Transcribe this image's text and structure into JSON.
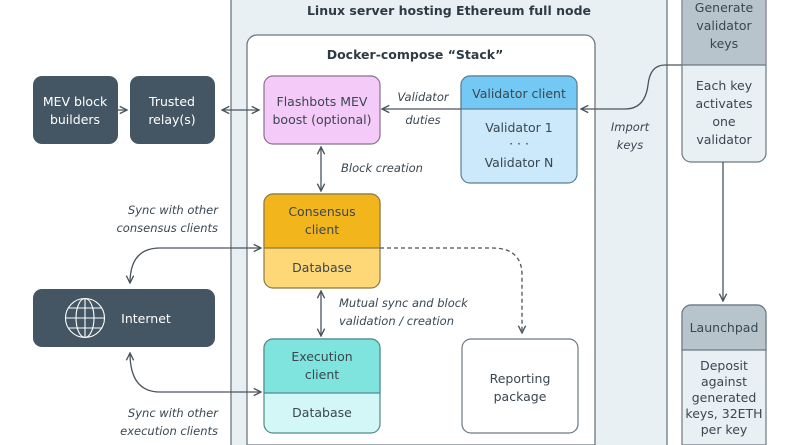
{
  "server": {
    "title": "Linux server hosting Ethereum full node"
  },
  "docker": {
    "title": "Docker-compose “Stack”"
  },
  "external": {
    "mev_builders": [
      "MEV block",
      "builders"
    ],
    "trusted_relays": [
      "Trusted",
      "relay(s)"
    ],
    "internet": "Internet"
  },
  "flashbots": [
    "Flashbots MEV",
    "boost (optional)"
  ],
  "validator_client": {
    "title": "Validator client",
    "items": [
      "Validator 1",
      "· · ·",
      "Validator N"
    ]
  },
  "consensus": {
    "title": [
      "Consensus",
      "client"
    ],
    "db": "Database"
  },
  "execution": {
    "title": [
      "Execution",
      "client"
    ],
    "db": "Database"
  },
  "reporting": [
    "Reporting",
    "package"
  ],
  "generate": {
    "title": [
      "Generate",
      "validator",
      "keys"
    ],
    "body": [
      "Each key",
      "activates",
      "one",
      "validator"
    ]
  },
  "launchpad": {
    "title": "Launchpad",
    "body": [
      "Deposit",
      "against",
      "generated",
      "keys, 32ETH",
      "per key"
    ]
  },
  "labels": {
    "validator_duties": [
      "Validator",
      "duties"
    ],
    "import_keys": [
      "Import",
      "keys"
    ],
    "block_creation": "Block creation",
    "mutual_sync": [
      "Mutual sync and block",
      "validation / creation"
    ],
    "sync_consensus": [
      "Sync with other",
      "consensus clients"
    ],
    "sync_execution": [
      "Sync with other",
      "execution clients"
    ]
  },
  "colors": {
    "dark": "#445663",
    "server_bg": "#e9f0f3",
    "flashbots": "#f4cbf8",
    "validator_head": "#74c9f4",
    "validator_body": "#cbe9fb",
    "consensus_head": "#f3b51c",
    "consensus_db": "#fed876",
    "execution_head": "#7fe3de",
    "execution_db": "#d3f7f6",
    "key_head": "#b7c4cc"
  }
}
